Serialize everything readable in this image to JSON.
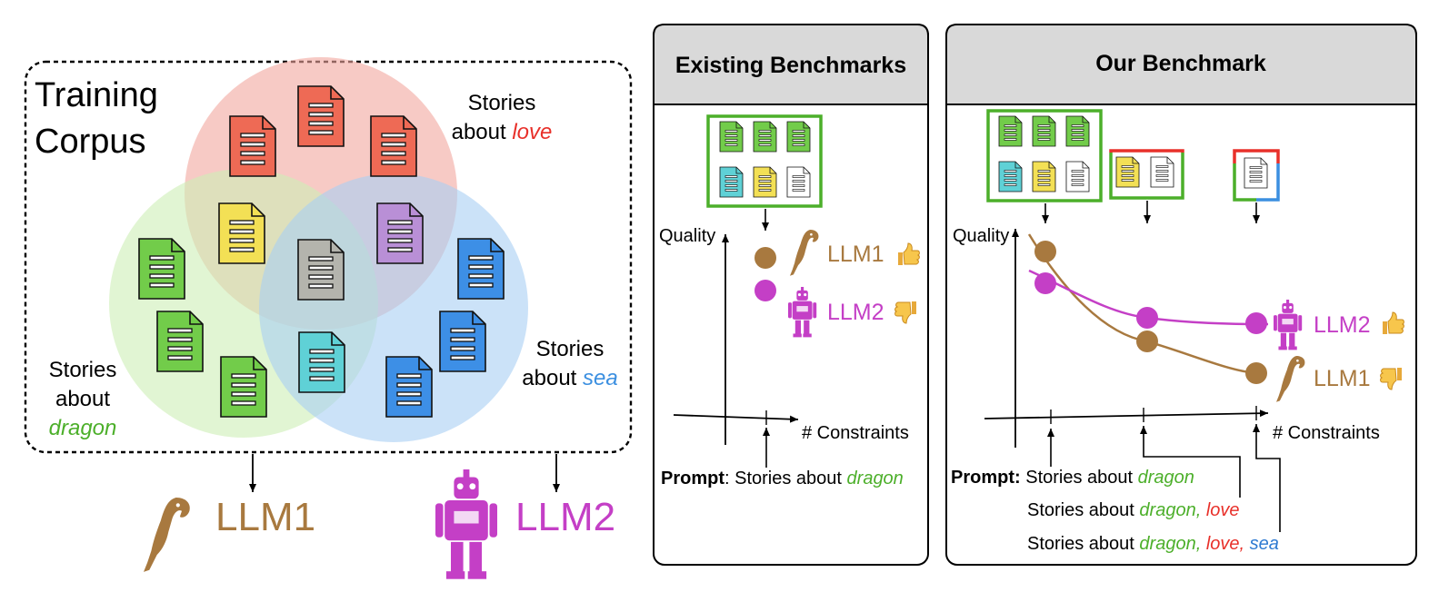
{
  "colors": {
    "love": "#e8302a",
    "sea": "#3b8fe0",
    "dragon": "#4caf2a",
    "llm1": "#a8793f",
    "llm2": "#c43fc6",
    "doc_red": "#ee6a55",
    "doc_green": "#72cc4a",
    "doc_blue": "#3d8fe6",
    "doc_yellow": "#f3e055",
    "doc_purple": "#b98fd6",
    "doc_gray": "#b4b4ad",
    "doc_cyan": "#5fd1d6",
    "doc_white": "#ffffff",
    "header_bg": "#d9d9d9"
  },
  "left": {
    "title_line1": "Training",
    "title_line2": "Corpus",
    "love_label_1": "Stories",
    "love_label_2": "about",
    "love_word": "love",
    "sea_label_1": "Stories",
    "sea_label_2": "about",
    "sea_word": "sea",
    "dragon_label_1": "Stories",
    "dragon_label_2": "about",
    "dragon_word": "dragon",
    "llm1": "LLM1",
    "llm2": "LLM2"
  },
  "existing": {
    "header": "Existing Benchmarks",
    "y_axis": "Quality",
    "x_axis": "# Constraints",
    "llm1": "LLM1",
    "llm2": "LLM2",
    "llm1_icon": "thumbs-up-icon",
    "llm2_icon": "thumbs-down-icon",
    "prompt_bold": "Prompt",
    "prompt_sep": ": Stories about ",
    "prompt_word": "dragon"
  },
  "ours": {
    "header": "Our Benchmark",
    "y_axis": "Quality",
    "x_axis": "# Constraints",
    "llm2": "LLM2",
    "llm1": "LLM1",
    "llm2_icon": "thumbs-up-icon",
    "llm1_icon": "thumbs-down-icon",
    "prompt_bold": "Prompt:",
    "p1_text": " Stories about ",
    "p1_word": "dragon",
    "p2_text": "Stories about ",
    "p2_w1": "dragon,",
    "p2_w2": " love",
    "p3_text": "Stories about ",
    "p3_w1": "dragon,",
    "p3_w2": " love,",
    "p3_w3": " sea"
  }
}
